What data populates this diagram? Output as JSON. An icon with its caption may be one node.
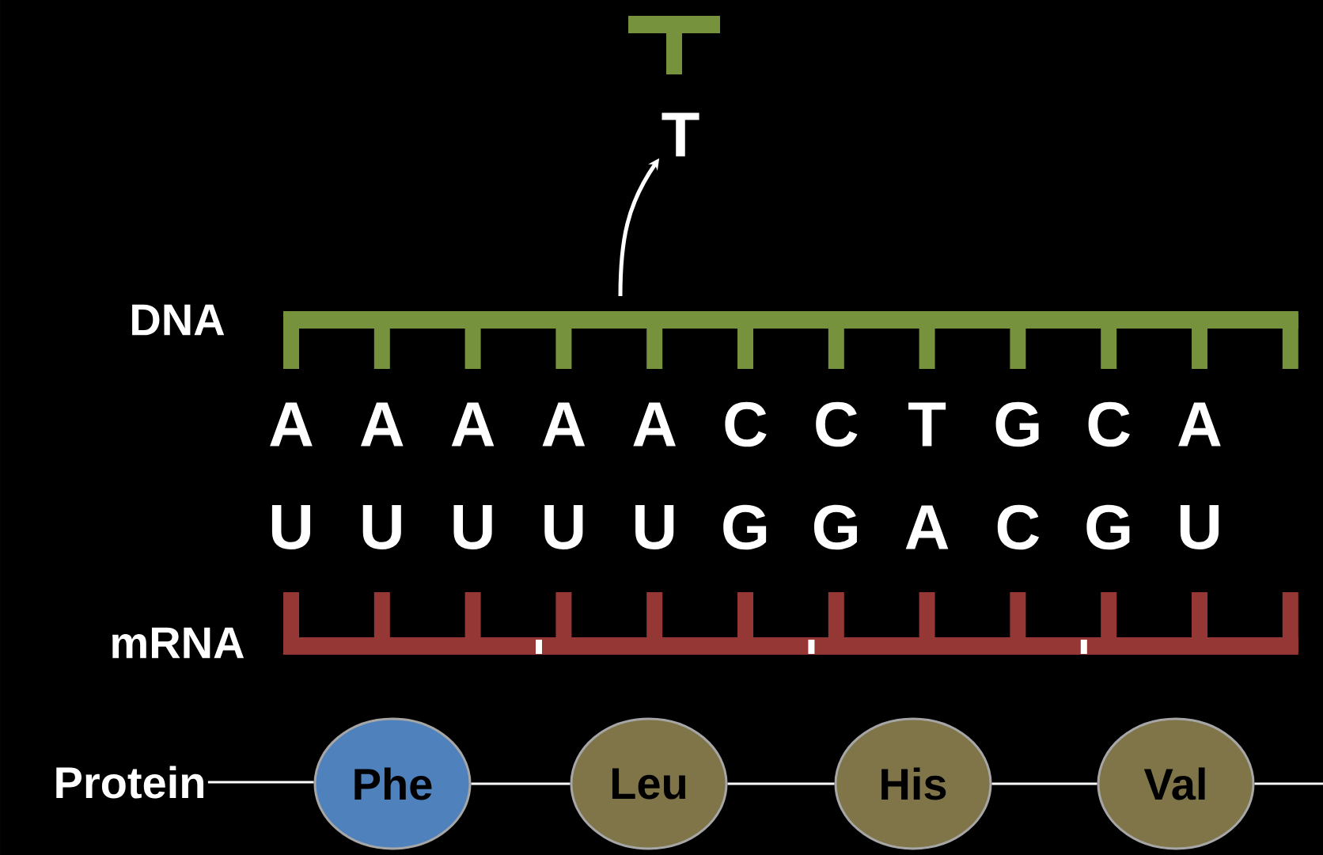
{
  "diagram": {
    "nodes": [
      {
        "text": [
          "T"
        ]
      },
      {
        "text": [
          "Protein"
        ]
      },
      {
        "text": [
          "Phe"
        ]
      },
      {
        "text": [
          "Leu"
        ]
      },
      {
        "text": [
          "His"
        ]
      },
      {
        "text": [
          "Val"
        ]
      }
    ],
    "edges": [
      {
        "from": null,
        "to": 0,
        "arrow": "to"
      },
      {
        "from": 1,
        "to": 2,
        "arrow": "none"
      },
      {
        "from": 2,
        "to": 3,
        "arrow": "none"
      },
      {
        "from": 3,
        "to": 4,
        "arrow": "none"
      },
      {
        "from": 4,
        "to": 5,
        "arrow": "none"
      },
      {
        "from": 5,
        "to": null,
        "arrow": "none"
      }
    ],
    "labels": [
      "DNA",
      "A",
      "A",
      "A",
      "A",
      "A",
      "C",
      "C",
      "T",
      "G",
      "C",
      "A",
      "U",
      "U",
      "U",
      "U",
      "U",
      "G",
      "G",
      "A",
      "C",
      "G",
      "U",
      "mRNA"
    ]
  }
}
